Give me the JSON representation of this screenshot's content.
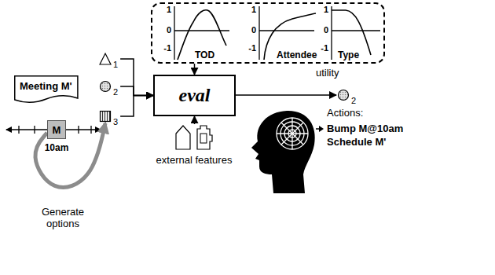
{
  "diagram": {
    "nodes": [
      {
        "text": [
          "utility"
        ]
      },
      {
        "text": [
          "Meeting M'"
        ]
      },
      {
        "text": [
          "M"
        ]
      },
      {
        "text": [
          "1"
        ]
      },
      {
        "text": [
          "2"
        ]
      },
      {
        "text": [
          "3"
        ]
      },
      {
        "text": [
          "eval"
        ]
      },
      {
        "text": [
          "external features"
        ]
      },
      {
        "text": [
          "2"
        ]
      }
    ],
    "edges": [
      {
        "from": 0,
        "to": 6,
        "arrow": "to"
      },
      {
        "from": 3,
        "to": 6,
        "arrow": "to"
      },
      {
        "from": 4,
        "to": 6,
        "arrow": "to"
      },
      {
        "from": 5,
        "to": 6,
        "arrow": "to"
      },
      {
        "from": 7,
        "to": 6,
        "arrow": "to"
      },
      {
        "from": 6,
        "to": 8,
        "arrow": "to"
      },
      {
        "from": 2,
        "to": 5,
        "label": "Generate options",
        "arrow": "to"
      }
    ],
    "labels": [
      "1",
      "0",
      "-1",
      "TOD",
      "1",
      "0",
      "-1",
      "Attendee",
      "1",
      "0",
      "-1",
      "Type",
      "10am",
      "Actions:",
      "Bump M@10am",
      "Schedule M'"
    ]
  }
}
